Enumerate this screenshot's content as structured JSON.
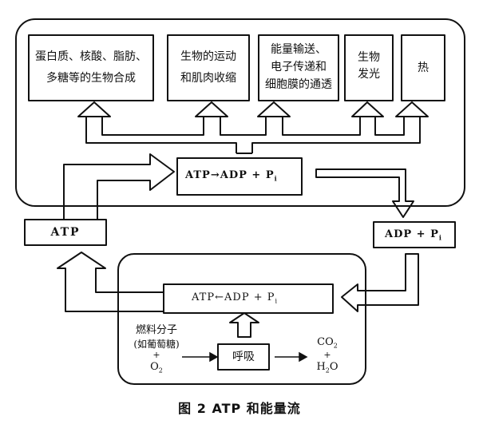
{
  "diagram": {
    "outputs": [
      {
        "line1": "蛋白质、核酸、脂肪、",
        "line2": "多糖等的生物合成"
      },
      {
        "line1": "生物的运动",
        "line2": "和肌肉收缩"
      },
      {
        "line1": "能量输送、",
        "line2": "电子传递和",
        "line3": "细胞膜的通透"
      },
      {
        "line1": "生物",
        "line2": "发光"
      },
      {
        "line1": "热"
      }
    ],
    "hydrolysis": {
      "left": "ATP",
      "arrow": "→",
      "right": "ADP + P",
      "sub": "i"
    },
    "atp_label": "ATP",
    "adp_label": {
      "text": "ADP + P",
      "sub": "i"
    },
    "synthesis": {
      "left": "ATP",
      "arrow": "←",
      "right": "ADP + P",
      "sub": "i"
    },
    "fuel": {
      "line1": "燃料分子",
      "line2": "(如葡萄糖)",
      "plus": "+",
      "o2": "O",
      "o2_sub": "2"
    },
    "respiration": "呼吸",
    "products": {
      "co2": "CO",
      "co2_sub": "2",
      "plus": "+",
      "h2o_h": "H",
      "h2o_sub": "2",
      "h2o_o": "O"
    },
    "caption": "图 2   ATP 和能量流"
  }
}
